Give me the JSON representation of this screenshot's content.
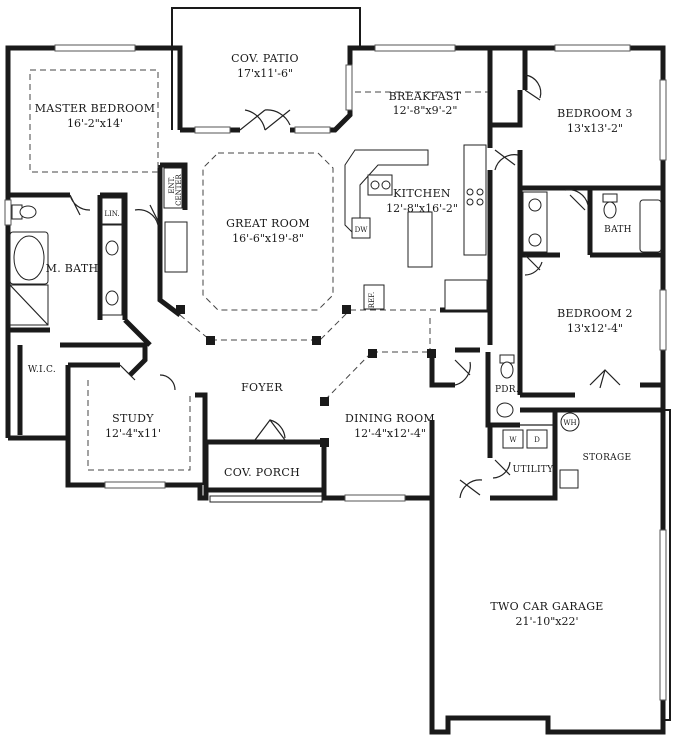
{
  "rooms": {
    "cov_patio": {
      "name": "COV. PATIO",
      "dim": "17'x11'-6\""
    },
    "master_bedroom": {
      "name": "MASTER BEDROOM",
      "dim": "16'-2\"x14'"
    },
    "breakfast": {
      "name": "BREAKFAST",
      "dim": "12'-8\"x9'-2\""
    },
    "bedroom_3": {
      "name": "BEDROOM 3",
      "dim": "13'x13'-2\""
    },
    "kitchen": {
      "name": "KITCHEN",
      "dim": "12'-8\"x16'-2\""
    },
    "great_room": {
      "name": "GREAT ROOM",
      "dim": "16'-6\"x19'-8\""
    },
    "m_bath": {
      "name": "M. BATH"
    },
    "bath": {
      "name": "BATH"
    },
    "bedroom_2": {
      "name": "BEDROOM 2",
      "dim": "13'x12'-4\""
    },
    "wic": {
      "name": "W.I.C."
    },
    "foyer": {
      "name": "FOYER"
    },
    "study": {
      "name": "STUDY",
      "dim": "12'-4\"x11'"
    },
    "dining_room": {
      "name": "DINING ROOM",
      "dim": "12'-4\"x12'-4\""
    },
    "pdr": {
      "name": "PDR."
    },
    "cov_porch": {
      "name": "COV. PORCH"
    },
    "utility": {
      "name": "UTILITY"
    },
    "storage": {
      "name": "STORAGE"
    },
    "garage": {
      "name": "TWO CAR GARAGE",
      "dim": "21'-10\"x22'"
    }
  },
  "fixtures": {
    "lin": "LIN.",
    "ent_center_1": "ENT.",
    "ent_center_2": "CENTER",
    "dw": "DW",
    "ref": "REF.",
    "washer": "W",
    "dryer": "D",
    "water_heater": "WH"
  }
}
